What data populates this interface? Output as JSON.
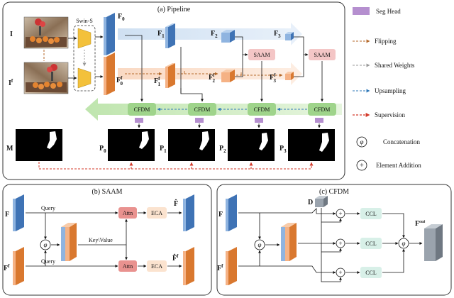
{
  "panels": {
    "pipeline": "(a) Pipeline",
    "saam": "(b) SAAM",
    "cfdm": "(c) CFDM"
  },
  "pipeline": {
    "input_top": "I",
    "input_bottom": "I",
    "input_bottom_sup": "f",
    "backbone": "Swin-S",
    "top_features": [
      {
        "base": "F",
        "sub": "0",
        "sup": ""
      },
      {
        "base": "F",
        "sub": "1",
        "sup": ""
      },
      {
        "base": "F",
        "sub": "2",
        "sup": ""
      },
      {
        "base": "F",
        "sub": "3",
        "sup": ""
      }
    ],
    "bottom_features": [
      {
        "base": "F",
        "sub": "0",
        "sup": "f"
      },
      {
        "base": "F",
        "sub": "1",
        "sup": "f"
      },
      {
        "base": "F",
        "sub": "2",
        "sup": "f"
      },
      {
        "base": "F",
        "sub": "3",
        "sup": "f"
      }
    ],
    "saam_labels": [
      "SAAM",
      "SAAM"
    ],
    "cfdm_labels": [
      "CFDM",
      "CFDM",
      "CFDM",
      "CFDM"
    ],
    "mask_label": "M",
    "pred_labels": [
      {
        "base": "P",
        "sub": "0"
      },
      {
        "base": "P",
        "sub": "1"
      },
      {
        "base": "P",
        "sub": "2"
      },
      {
        "base": "P",
        "sub": "3"
      }
    ]
  },
  "legend": {
    "seg_head": "Seg Head",
    "flipping": "Flipping",
    "shared_weights": "Shared Weights",
    "upsampling": "Upsampling",
    "supervision": "Supervision",
    "concatenation": "Concatenation",
    "element_addition": "Element Addition",
    "concat_symbol": "φ",
    "add_symbol": "+"
  },
  "saam": {
    "input_top": "F",
    "input_bottom": "F",
    "input_bottom_sup": "f",
    "query_top": "Query",
    "query_bottom": "Query",
    "key_value": "Key\\Value",
    "attn": [
      "Attn",
      "Attn"
    ],
    "eca": [
      "ECA",
      "ECA"
    ],
    "out_top": "F̂",
    "out_bottom": "F̂",
    "out_bottom_sup": "f",
    "concat_symbol": "φ"
  },
  "cfdm": {
    "input_top": "F",
    "input_bottom": "F",
    "input_bottom_sup": "f",
    "d_label": "D",
    "ccl": [
      "CCL",
      "CCL",
      "CCL"
    ],
    "out_base": "F",
    "out_sup": "out",
    "concat_symbol": "φ",
    "add_symbol": "+"
  },
  "colors": {
    "blue_block": "#5b8fcf",
    "orange_block": "#e8935a",
    "saam_box": "#f4c6c6",
    "cfdm_box": "#9fd48b",
    "seg_head": "#b58fcf",
    "attn_box": "#e9928f",
    "eca_box": "#fbe3cf",
    "ccl_box": "#d8f0e8",
    "gray_block": "#9aa3ad",
    "flipping": "#b56a2b",
    "shared": "#999999",
    "upsampling": "#2f78b8",
    "supervision": "#d43a2a"
  }
}
